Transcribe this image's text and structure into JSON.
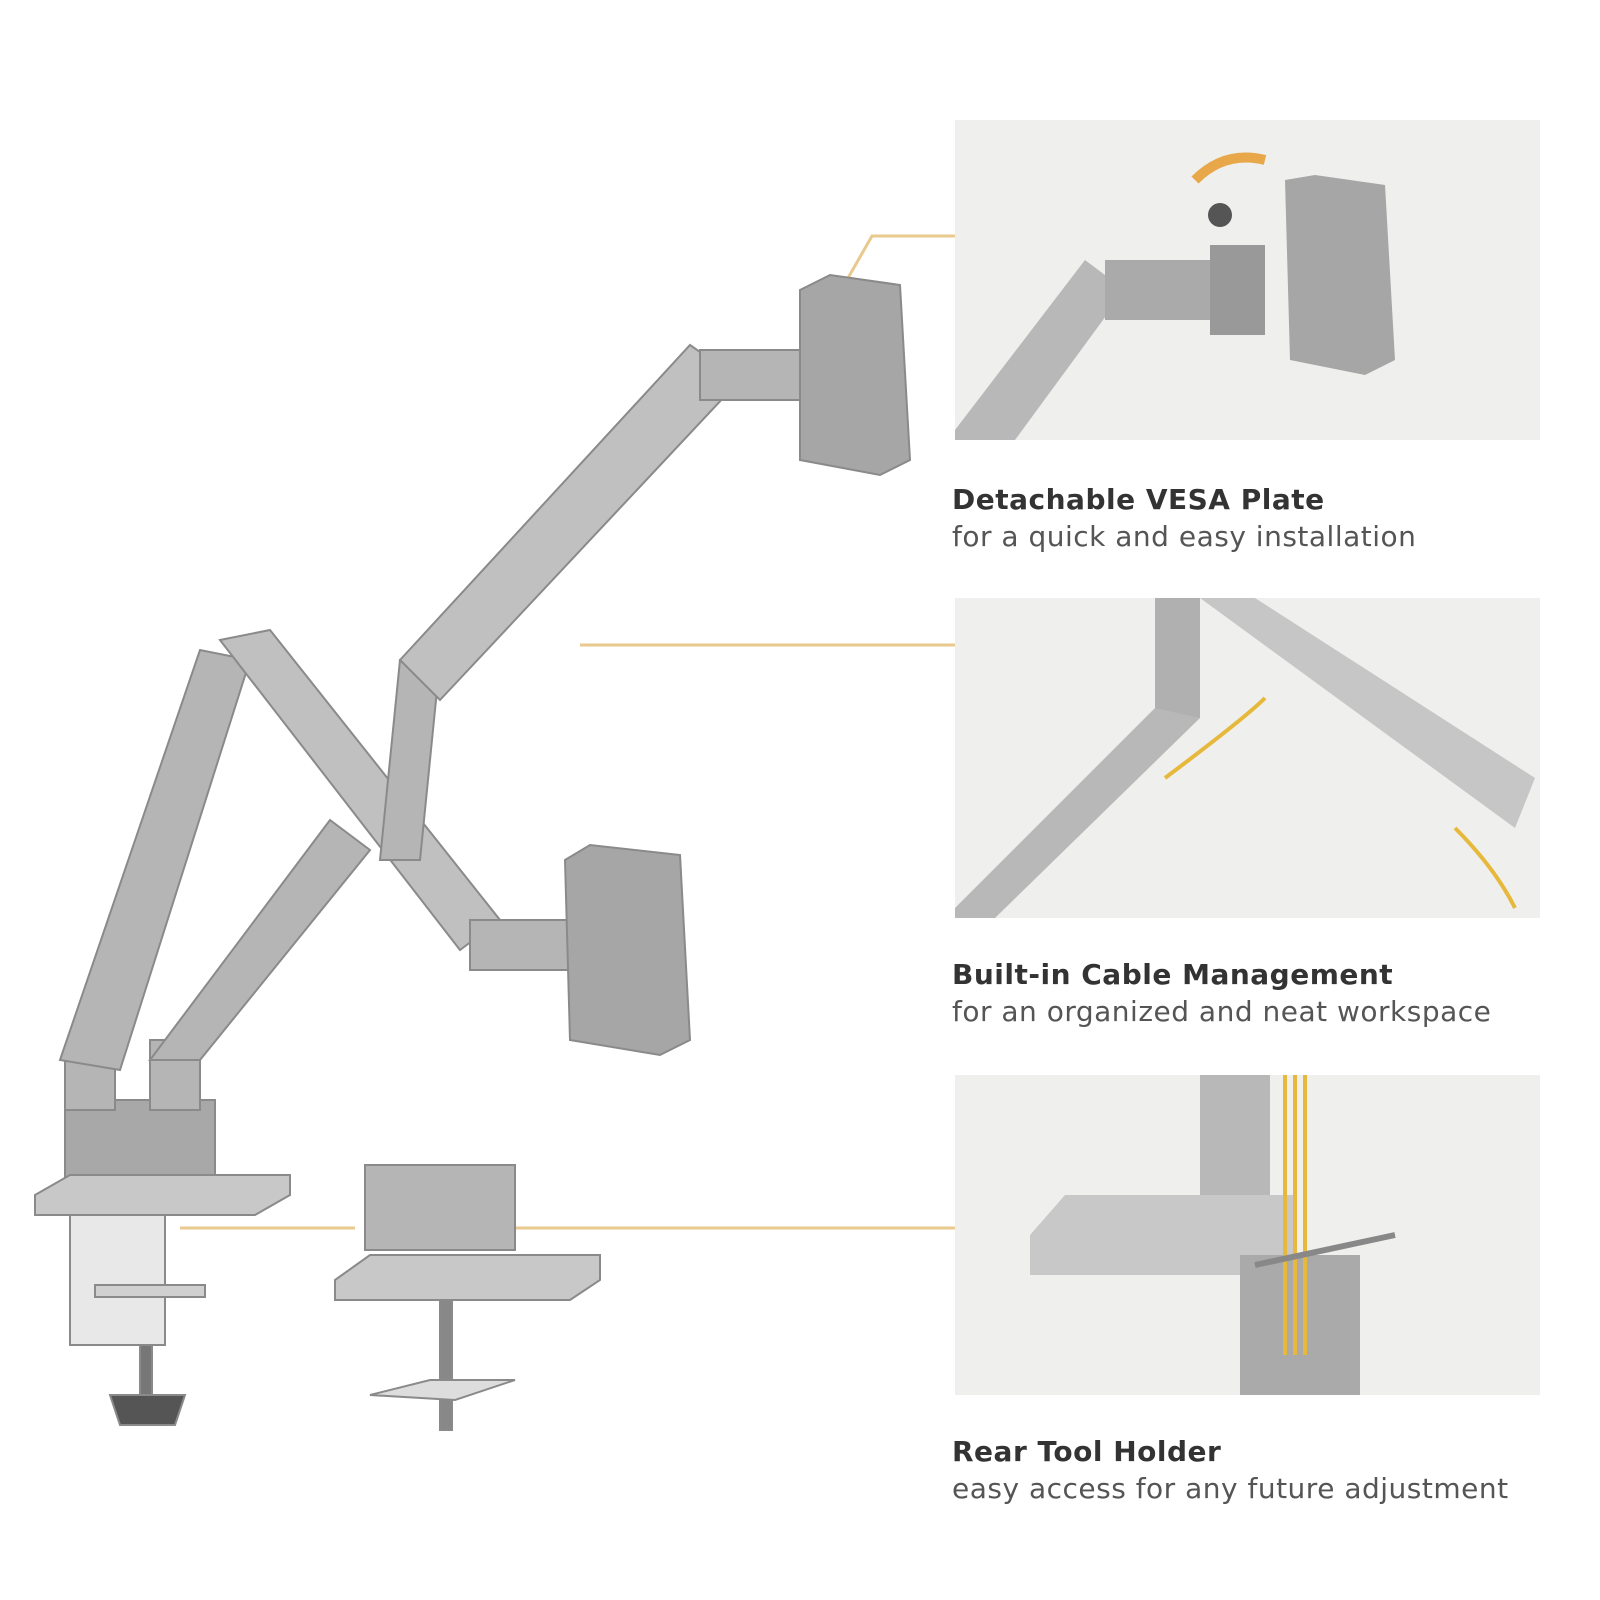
{
  "features": [
    {
      "title": "Detachable VESA Plate",
      "subtitle": "for a quick and easy installation"
    },
    {
      "title": "Built-in Cable Management",
      "subtitle": "for an organized and neat workspace"
    },
    {
      "title": "Rear Tool Holder",
      "subtitle": "easy access for any future adjustment"
    }
  ],
  "colors": {
    "accent": "#e8a84a",
    "metal": "#a9a9a9",
    "panel": "#efefed",
    "cable": "#e6b93c"
  }
}
